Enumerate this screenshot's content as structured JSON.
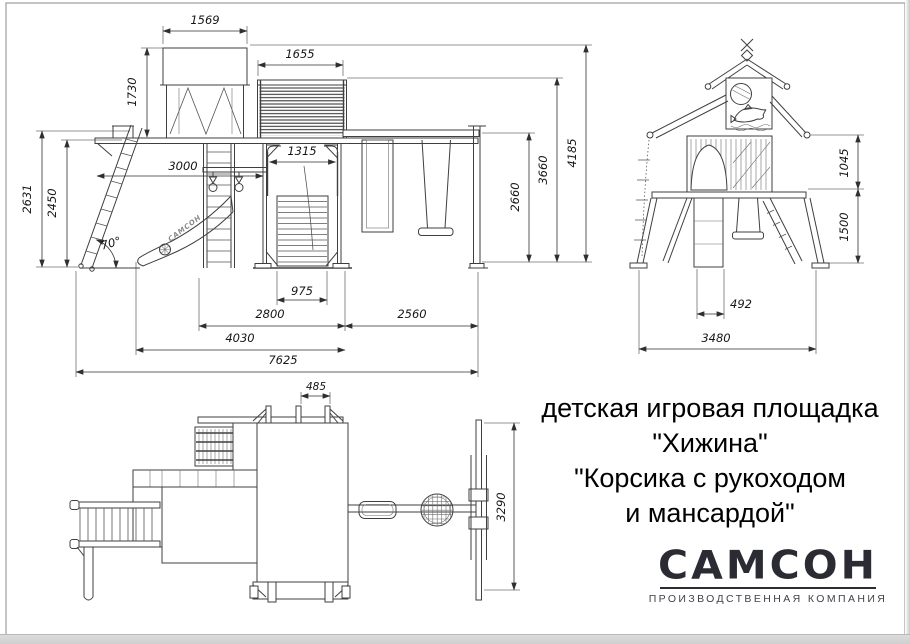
{
  "page": {
    "background": "#ffffff",
    "line_color": "#3f3f3f",
    "title_block": {
      "line1": "детская игровая площадка",
      "line2": "\"Хижина\"",
      "line3": "\"Корсика с рукоходом",
      "line4": "и мансардой\""
    },
    "logo": {
      "text": "САМСОН",
      "subtitle": "ПРОИЗВОДСТВЕННАЯ КОМПАНИЯ"
    }
  },
  "drawing": {
    "slide_brand_label": "САМСОН",
    "front_view": {
      "dims": {
        "roof_width": "1569",
        "tower_height": "1730",
        "mansard_width": "1655",
        "platform_span": "3000",
        "stair_rail_width": "1315",
        "ladder_total_height": "2631",
        "ladder_height": "2450",
        "ladder_angle": "70°",
        "stair_base_width": "975",
        "tower_base_span": "2800",
        "swing_section_span": "2560",
        "mid_section_span": "4030",
        "total_length": "7625",
        "beam_height": "2660",
        "mansard_roof_height": "3660",
        "total_height": "4185"
      }
    },
    "side_view": {
      "dims": {
        "roof_to_platform": "1045",
        "platform_to_ground": "1500",
        "panel_width": "492",
        "total_width": "3480"
      }
    },
    "plan_view": {
      "dims": {
        "rung_spacing": "485",
        "swing_frame_depth": "3290"
      }
    }
  }
}
